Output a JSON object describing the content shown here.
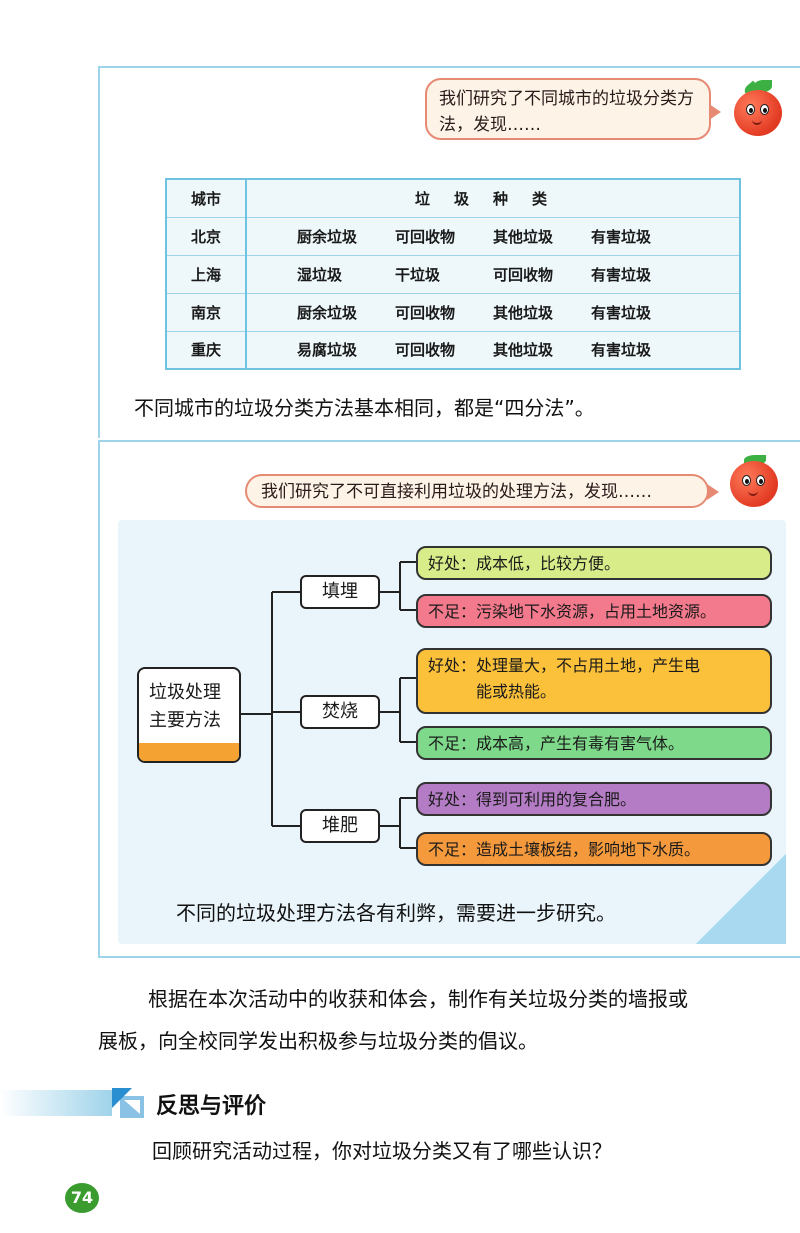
{
  "speech_bubble_1": "我们研究了不同城市的垃圾分类方法，发现……",
  "table": {
    "header_city": "城市",
    "header_types": "垃圾种类",
    "rows": [
      {
        "city": "北京",
        "types": [
          "厨余垃圾",
          "可回收物",
          "其他垃圾",
          "有害垃圾"
        ]
      },
      {
        "city": "上海",
        "types": [
          "湿垃圾",
          "干垃圾",
          "可回收物",
          "有害垃圾"
        ]
      },
      {
        "city": "南京",
        "types": [
          "厨余垃圾",
          "可回收物",
          "其他垃圾",
          "有害垃圾"
        ]
      },
      {
        "city": "重庆",
        "types": [
          "易腐垃圾",
          "可回收物",
          "其他垃圾",
          "有害垃圾"
        ]
      }
    ]
  },
  "conclusion_1": "不同城市的垃圾分类方法基本相同，都是“四分法”。",
  "speech_bubble_2": "我们研究了不可直接利用垃圾的处理方法，发现……",
  "mindmap": {
    "root_line1": "垃圾处理",
    "root_line2": "主要方法",
    "methods": [
      {
        "name": "填埋",
        "pro_label": "好处：",
        "pro": "成本低，比较方便。",
        "con_label": "不足：",
        "con": "污染地下水资源，占用土地资源。"
      },
      {
        "name": "焚烧",
        "pro_label": "好处：",
        "pro": "处理量大，不占用土地，产生电",
        "pro_line2": "能或热能。",
        "con_label": "不足：",
        "con": "成本高，产生有毒有害气体。"
      },
      {
        "name": "堆肥",
        "pro_label": "好处：",
        "pro": "得到可利用的复合肥。",
        "con_label": "不足：",
        "con": "造成土壤板结，影响地下水质。"
      }
    ],
    "colors": {
      "landfill_pro": "#d8ec8a",
      "landfill_con": "#f27a8c",
      "incinerate_pro": "#fbc13a",
      "incinerate_con": "#7fd98a",
      "compost_pro": "#b47cc4",
      "compost_con": "#f59a3c"
    }
  },
  "conclusion_2": "不同的垃圾处理方法各有利弊，需要进一步研究。",
  "paragraph_line1": "根据在本次活动中的收获和体会，制作有关垃圾分类的墙报或",
  "paragraph_line2": "展板，向全校同学发出积极参与垃圾分类的倡议。",
  "section_title": "反思与评价",
  "question": "回顾研究活动过程，你对垃圾分类又有了哪些认识？",
  "page_number": "74"
}
